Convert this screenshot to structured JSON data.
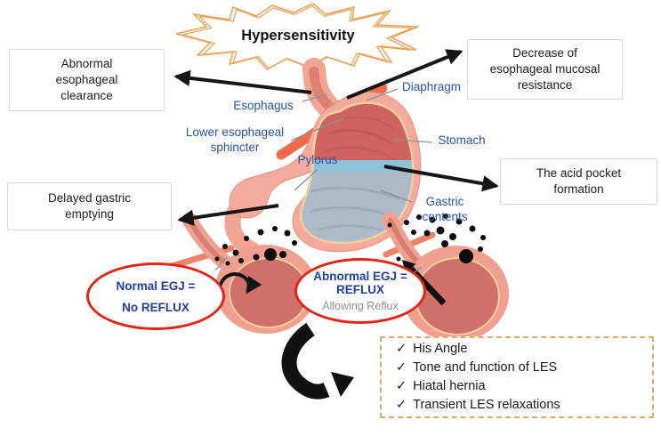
{
  "title": "Hypersensitivity",
  "boxes": {
    "abnormal_clearance": "Abnormal esophageal clearance",
    "mucosal_resistance": "Decrease of esophageal mucosal resistance",
    "delayed_emptying": "Delayed gastric emptying",
    "acid_pocket": "The acid pocket formation"
  },
  "anatomy_labels": {
    "esophagus": "Esophagus",
    "diaphragm": "Diaphragm",
    "lower_esophageal_sphincter": "Lower esophageal sphincter",
    "pylorus": "Pylorus",
    "stomach": "Stomach",
    "gastric_contents": "Gastric contents"
  },
  "ovals": {
    "normal": {
      "line1": "Normal EGJ =",
      "line2": "No REFLUX"
    },
    "abnormal": {
      "line1": "Abnormal EGJ =",
      "line2": "REFLUX",
      "caption": "Allowing Reflux"
    }
  },
  "checklist": {
    "check_glyph": "✓",
    "items": [
      "His Angle",
      "Tone and function of LES",
      "Hiatal hernia",
      "Transient LES relaxations"
    ]
  },
  "colors": {
    "label_blue": "#2753ab",
    "oval_text_navy": "#1c3fa4",
    "oval_border_red": "#e22515",
    "starburst_orange": "#eaa45a",
    "dashed_border_orange": "#ddab68",
    "arrow_black": "#161616",
    "acid_pocket_blue": "#8cc3da",
    "gastric_contents_gray_blue": "#adbac8",
    "stomach_salmon": "#f4ab9c"
  }
}
